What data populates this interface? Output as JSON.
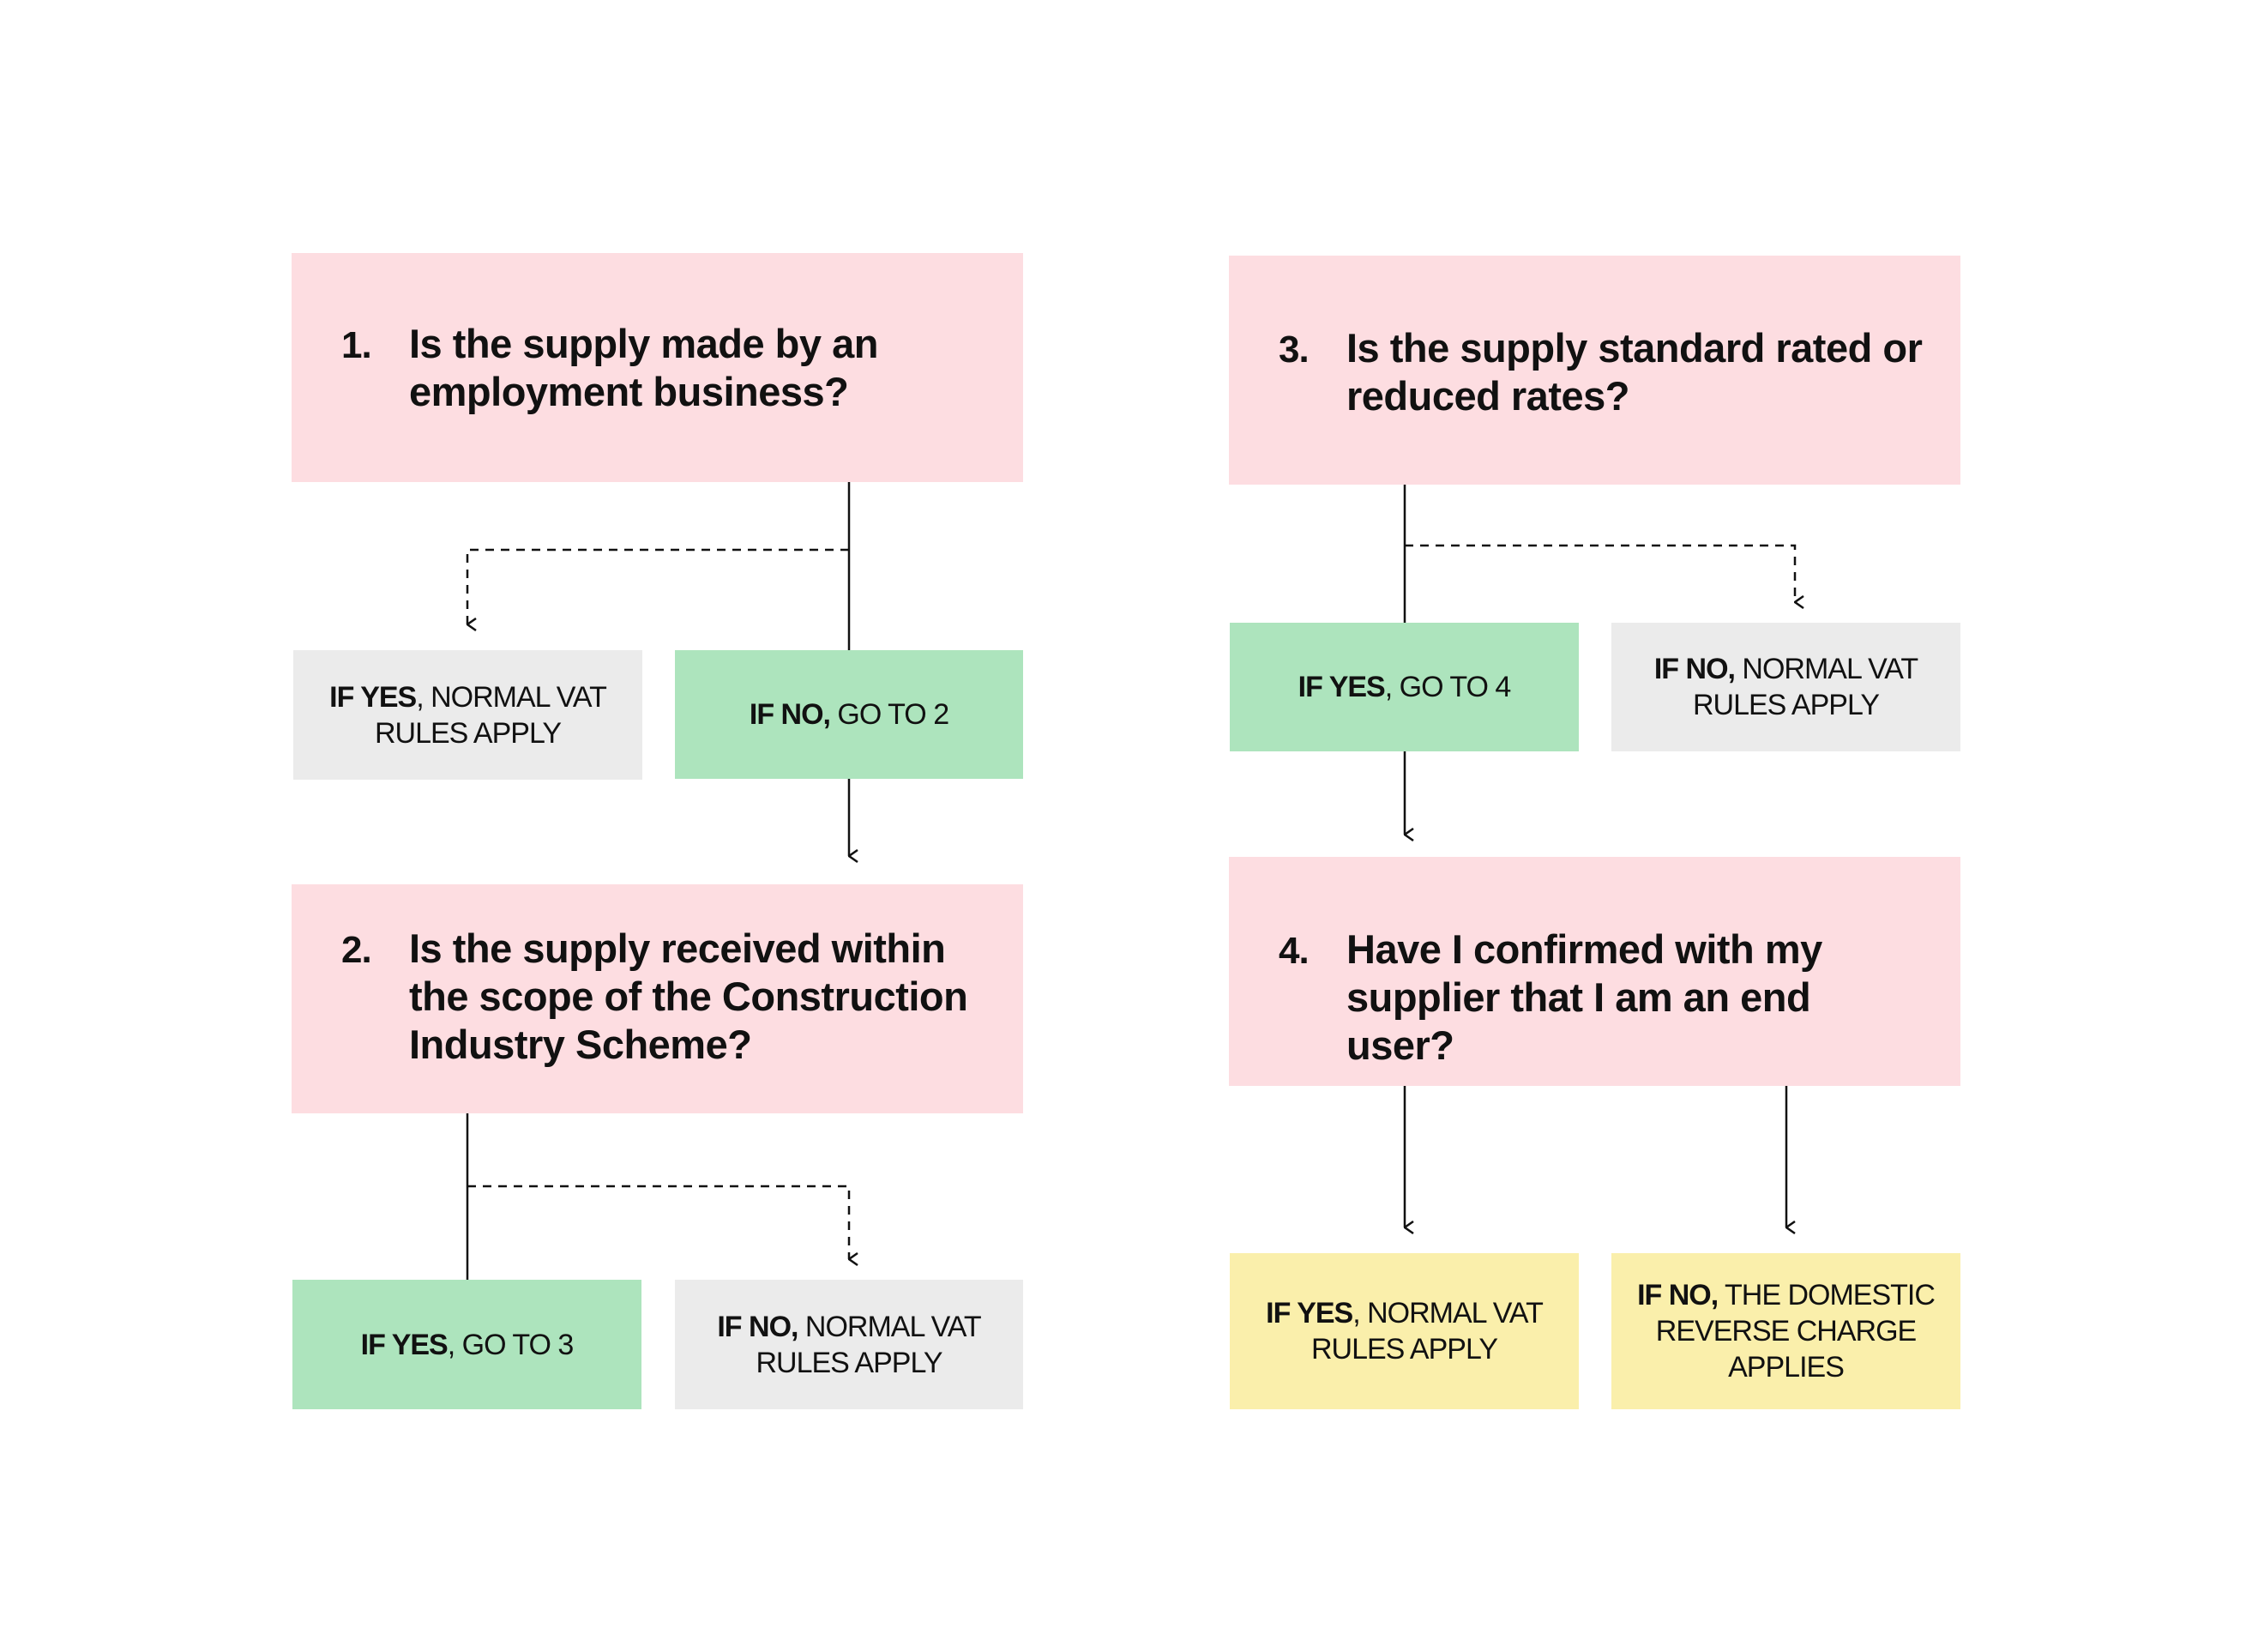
{
  "colors": {
    "question": "#fddde1",
    "normal": "#ebebeb",
    "next_step": "#ade4bd",
    "outcome": "#faefab",
    "line": "#111111"
  },
  "questions": {
    "q1": {
      "number": "1.",
      "text": "Is the supply made by an employment business?"
    },
    "q2": {
      "number": "2.",
      "text": "Is the supply received within the scope of the Construction Industry Scheme?"
    },
    "q3": {
      "number": "3.",
      "text": "Is the supply standard rated or reduced rates?"
    },
    "q4": {
      "number": "4.",
      "text": "Have I confirmed with my supplier that I am an end user?"
    }
  },
  "outcomes": {
    "q1_yes": {
      "bold": "IF YES",
      "rest": ", NORMAL VAT RULES APPLY"
    },
    "q1_no": {
      "bold": "IF NO,",
      "rest": " GO TO 2"
    },
    "q2_yes": {
      "bold": "IF YES",
      "rest": ", GO TO 3"
    },
    "q2_no": {
      "bold": "IF NO,",
      "rest": " NORMAL VAT RULES APPLY"
    },
    "q3_yes": {
      "bold": "IF YES",
      "rest": ", GO TO 4"
    },
    "q3_no": {
      "bold": "IF NO,",
      "rest": " NORMAL VAT RULES APPLY"
    },
    "q4_yes": {
      "bold": "IF YES",
      "rest": ", NORMAL VAT RULES APPLY"
    },
    "q4_no": {
      "bold": "IF NO,",
      "rest": " THE DOMESTIC REVERSE CHARGE APPLIES"
    }
  }
}
